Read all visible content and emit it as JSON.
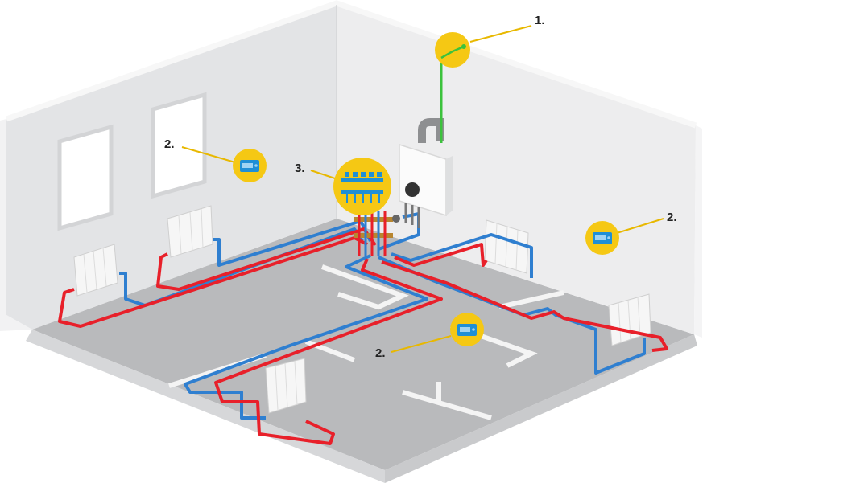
{
  "colors": {
    "supply_pipe": "#e8202a",
    "return_pipe": "#2f7fd0",
    "sensor_wire": "#3cc23c",
    "callout_badge": "#f5c814",
    "callout_line": "#e8b800",
    "badge_icon": "#1f8fd6",
    "wall_left": "#e2e3e5",
    "wall_right": "#ececed",
    "floor": "#b9babc"
  },
  "callouts": [
    {
      "label": "1.",
      "icon": "outdoor-sensor-icon"
    },
    {
      "label": "2.",
      "icon": "room-thermostat-icon"
    },
    {
      "label": "2.",
      "icon": "room-thermostat-icon"
    },
    {
      "label": "2.",
      "icon": "room-thermostat-icon"
    },
    {
      "label": "3.",
      "icon": "manifold-icon"
    }
  ]
}
